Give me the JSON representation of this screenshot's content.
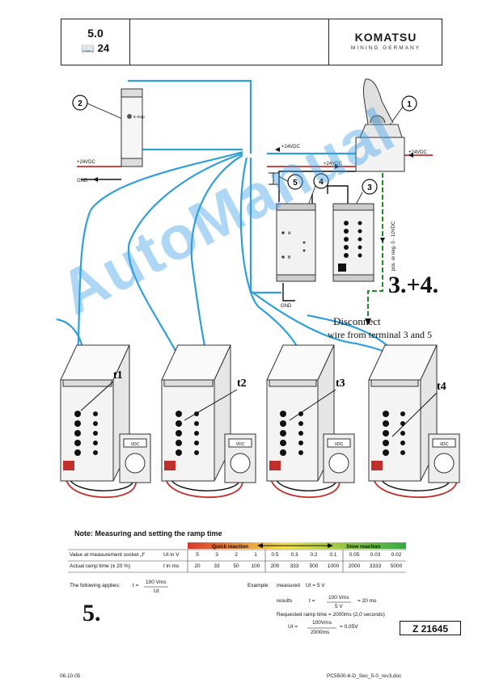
{
  "header": {
    "section": "5.0",
    "page": "24",
    "logo": "KOMATSU",
    "logo_sub": "MINING GERMANY"
  },
  "diagram": {
    "callouts": [
      "1",
      "2",
      "3",
      "4",
      "5"
    ],
    "labels": {
      "plus24_a": "+24VDC",
      "plus24_b": "+24VDC",
      "plus24_c": "+24VDC",
      "plus24_left": "+24VDC",
      "gnd_left": "GND",
      "gnd_bottom": "GND",
      "estop": "E-Stop",
      "vertical_note": "pos. or neg. 0 - 10VDC",
      "big_steps": "3.+4.",
      "disconnect_1": "Disconnect",
      "disconnect_2": "wire from terminal 3 and 5"
    },
    "test_points": [
      "t1",
      "t2",
      "t3",
      "t4"
    ],
    "meter_label": "VDC"
  },
  "watermark": "AutoManual",
  "note": "Note: Measuring and setting the ramp time",
  "reaction": {
    "quick": "Quick reaction",
    "slow": "Slow reaction"
  },
  "table": {
    "row1_label": "Value at measurement socket „t“",
    "row1_unit": "Ut in V",
    "row1_values": [
      "5",
      "3",
      "2",
      "1",
      "0.5",
      "0.3",
      "0.2",
      "0.1",
      "0.05",
      "0.03",
      "0.02"
    ],
    "row2_label": "Actual ramp time (± 20 %)",
    "row2_unit": "t in ms",
    "row2_values": [
      "20",
      "33",
      "50",
      "100",
      "200",
      "333",
      "500",
      "1000",
      "2000",
      "3333",
      "5000"
    ]
  },
  "formula": {
    "applies": "The following applies:",
    "t_eq": "t =",
    "numerator": "100 Vms",
    "denominator": "Ut",
    "example": "Example:",
    "measured": "measured",
    "measured_val": "Ut = 5 V",
    "results": "results",
    "res_num": "100 Vms",
    "res_den": "5 V",
    "res_val": "= 20 ms",
    "requested": "Requested ramp time = 2000ms (2,0 seconds)",
    "ut_eq": "Ut =",
    "ut_num": "100Vms",
    "ut_den": "2000ms",
    "ut_val": "= 0,05V"
  },
  "step5": "5.",
  "figure_id": "Z 21645",
  "footer": {
    "date": "06.10.05",
    "doc": "PC5500-6-D_Sec_5-0_rev3.doc"
  }
}
